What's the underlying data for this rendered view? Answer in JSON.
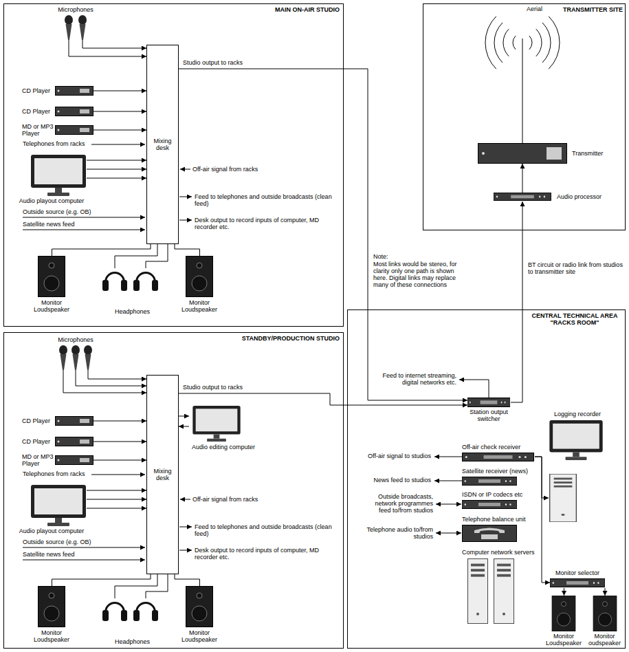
{
  "diagram": {
    "nodes": [
      {
        "text": [
          "MAIN ON-AIR STUDIO"
        ]
      },
      {
        "text": [
          "Microphones"
        ],
        "in": 0
      },
      {
        "text": [
          "CD Player"
        ],
        "in": 0
      },
      {
        "text": [
          "CD Player"
        ],
        "in": 0
      },
      {
        "text": [
          "MD or MP3 Player"
        ],
        "in": 0
      },
      {
        "text": [
          "Audio playout computer"
        ],
        "in": 0
      },
      {
        "text": [
          "Mixing desk"
        ],
        "in": 0
      },
      {
        "text": [
          "Monitor Loudspeaker"
        ],
        "in": 0
      },
      {
        "text": [
          "Monitor Loudspeaker"
        ],
        "in": 0
      },
      {
        "text": [
          "Headphones"
        ],
        "in": 0
      },
      {
        "text": [
          "STANDBY/PRODUCTION STUDIO"
        ]
      },
      {
        "text": [
          "Microphones"
        ],
        "in": 10
      },
      {
        "text": [
          "CD Player"
        ],
        "in": 10
      },
      {
        "text": [
          "CD Player"
        ],
        "in": 10
      },
      {
        "text": [
          "MD or MP3 Player"
        ],
        "in": 10
      },
      {
        "text": [
          "Audio playout computer"
        ],
        "in": 10
      },
      {
        "text": [
          "Mixing desk"
        ],
        "in": 10
      },
      {
        "text": [
          "Audio editing computer"
        ],
        "in": 10
      },
      {
        "text": [
          "Monitor Loudspeaker"
        ],
        "in": 10
      },
      {
        "text": [
          "Monitor Loudspeaker"
        ],
        "in": 10
      },
      {
        "text": [
          "Headphones"
        ],
        "in": 10
      },
      {
        "text": [
          "TRANSMITTER SITE"
        ]
      },
      {
        "text": [
          "Aerial"
        ],
        "in": 21
      },
      {
        "text": [
          "Transmitter"
        ],
        "in": 21
      },
      {
        "text": [
          "Audio processor"
        ],
        "in": 21
      },
      {
        "text": [
          "CENTRAL TECHNICAL AREA \"RACKS ROOM\""
        ]
      },
      {
        "text": [
          "Station output switcher"
        ],
        "in": 25
      },
      {
        "text": [
          "Off-air check receiver"
        ],
        "in": 25
      },
      {
        "text": [
          "Satellite receiver (news)"
        ],
        "in": 25
      },
      {
        "text": [
          "ISDN or IP codecs etc"
        ],
        "in": 25
      },
      {
        "text": [
          "Telephone balance unit"
        ],
        "in": 25
      },
      {
        "text": [
          "Logging recorder"
        ],
        "in": 25
      },
      {
        "text": [
          "Monitor selector"
        ],
        "in": 25
      },
      {
        "text": [
          "Monitor Loudspeaker"
        ],
        "in": 25
      },
      {
        "text": [
          "Monitor oudspeaker"
        ],
        "in": 25
      },
      {
        "text": [
          "Computer network servers"
        ],
        "in": 25
      }
    ],
    "edges": [
      {
        "from": 1,
        "to": 6,
        "arrow": "to"
      },
      {
        "from": 1,
        "to": 6,
        "arrow": "to"
      },
      {
        "from": 2,
        "to": 6,
        "arrow": "to"
      },
      {
        "from": 3,
        "to": 6,
        "arrow": "to"
      },
      {
        "from": 4,
        "to": 6,
        "arrow": "to"
      },
      {
        "from": 5,
        "to": 6,
        "arrow": "to"
      },
      {
        "from": 5,
        "to": 6,
        "arrow": "to"
      },
      {
        "from": 5,
        "to": 6,
        "arrow": "to"
      },
      {
        "from": 6,
        "to": 7,
        "arrow": "none"
      },
      {
        "from": 6,
        "to": 9,
        "arrow": "none"
      },
      {
        "from": 6,
        "to": 9,
        "arrow": "none"
      },
      {
        "from": 6,
        "to": 8,
        "arrow": "none"
      },
      {
        "from": 6,
        "to": 26,
        "arrow": "to",
        "label": "Studio output to racks"
      },
      {
        "from": 11,
        "to": 16,
        "arrow": "to"
      },
      {
        "from": 11,
        "to": 16,
        "arrow": "to"
      },
      {
        "from": 11,
        "to": 16,
        "arrow": "to"
      },
      {
        "from": 12,
        "to": 16,
        "arrow": "to"
      },
      {
        "from": 13,
        "to": 16,
        "arrow": "to"
      },
      {
        "from": 14,
        "to": 16,
        "arrow": "to"
      },
      {
        "from": 15,
        "to": 16,
        "arrow": "to"
      },
      {
        "from": 15,
        "to": 16,
        "arrow": "to"
      },
      {
        "from": 15,
        "to": 16,
        "arrow": "to"
      },
      {
        "from": 16,
        "to": 17,
        "arrow": "to"
      },
      {
        "from": 17,
        "to": 16,
        "arrow": "to"
      },
      {
        "from": 16,
        "to": 18,
        "arrow": "none"
      },
      {
        "from": 16,
        "to": 20,
        "arrow": "none"
      },
      {
        "from": 16,
        "to": 20,
        "arrow": "none"
      },
      {
        "from": 16,
        "to": 19,
        "arrow": "none"
      },
      {
        "from": 16,
        "to": 26,
        "arrow": "to",
        "label": "Studio output to racks"
      },
      {
        "from": 26,
        "to": 24,
        "arrow": "to",
        "label": "BT circuit or radio link from studios to transmitter site"
      },
      {
        "from": 24,
        "to": 23,
        "arrow": "to"
      },
      {
        "from": 23,
        "to": 22,
        "arrow": "none"
      },
      {
        "from": 27,
        "to": 31,
        "arrow": "to"
      },
      {
        "from": 27,
        "to": 32,
        "arrow": "to"
      },
      {
        "from": 32,
        "to": 33,
        "arrow": "to"
      },
      {
        "from": 32,
        "to": 34,
        "arrow": "to"
      }
    ],
    "labels": [
      "Telephones from racks",
      "Off-air signal from racks",
      "Feed to telephones and outside broadcasts (clean feed)",
      "Desk output to record inputs of computer, MD recorder etc.",
      "Outside source (e.g. OB)",
      "Satellite news feed",
      "Telephones from racks",
      "Off-air signal from racks",
      "Feed to telephones and outside broadcasts (clean feed)",
      "Desk output to record inputs of computer, MD recorder etc.",
      "Outside source (e.g. OB)",
      "Satellite news feed",
      "Note:",
      "Most links would be stereo, for clarity only one path is shown here. Digital links may replace many of these connections",
      "Feed to internet streaming, digital networks etc.",
      "Off-air signal to studios",
      "News feed to studios",
      "Outside broadcasts, network programmes feed to/from studios",
      "Telephone audio to/from studios"
    ]
  }
}
